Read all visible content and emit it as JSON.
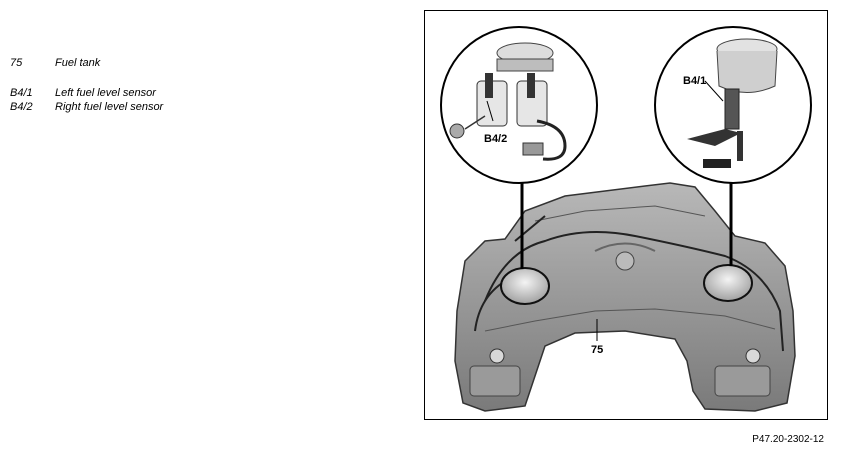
{
  "legend": [
    {
      "code": "75",
      "label": "Fuel tank"
    },
    {
      "code": "B4/1",
      "label": "Left fuel level sensor"
    },
    {
      "code": "B4/2",
      "label": "Right fuel level sensor"
    }
  ],
  "figure": {
    "callout_left": "B4/2",
    "callout_right": "B4/1",
    "callout_tank": "75"
  },
  "figure_id": "P47.20-2302-12"
}
